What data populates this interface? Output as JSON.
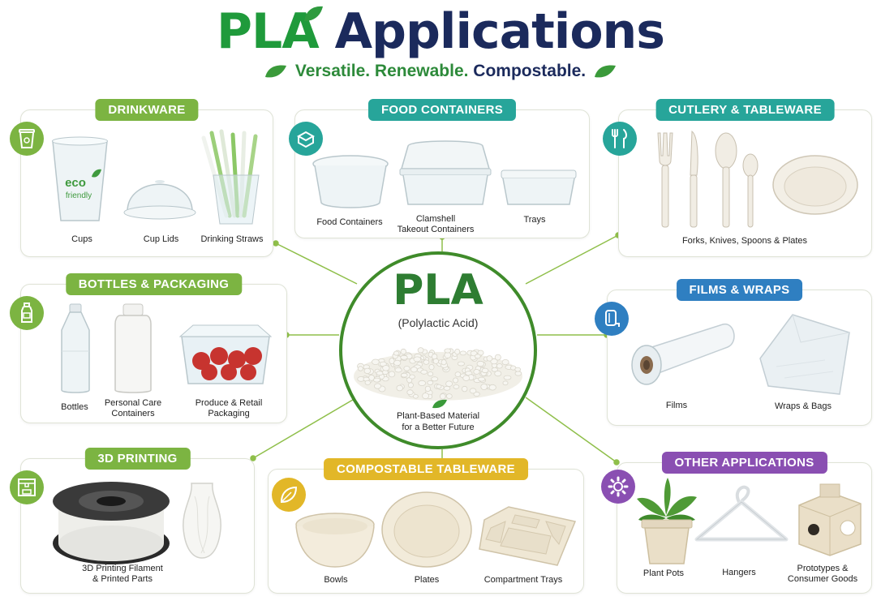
{
  "title": {
    "pla": "PLA",
    "rest": "Applications"
  },
  "tagline": {
    "part1": "Versatile. Renewable.",
    "part2": "Compostable."
  },
  "center": {
    "title": "PLA",
    "subtitle": "(Polylactic Acid)",
    "line1": "Plant-Based Material",
    "line2": "for a Better Future"
  },
  "colors": {
    "green": "#7cb442",
    "teal": "#27a59a",
    "navy": "#1b2a5c",
    "blue": "#2f7fc1",
    "yellow": "#e2b728",
    "purple": "#8a4fb2",
    "olive": "#7aa83a"
  },
  "panels": {
    "drinkware": {
      "title": "DRINKWARE",
      "icon": "cup-icon",
      "items": [
        "Cups",
        "Cup Lids",
        "Drinking Straws"
      ],
      "cup_text1": "eco",
      "cup_text2": "friendly"
    },
    "food": {
      "title": "FOOD CONTAINERS",
      "icon": "food-box-icon",
      "items": [
        "Food Containers",
        "Clamshell",
        "Takeout Containers",
        "Trays"
      ]
    },
    "cutlery": {
      "title": "CUTLERY & TABLEWARE",
      "icon": "fork-knife-icon",
      "items": [
        "Forks, Knives, Spoons & Plates"
      ]
    },
    "bottles": {
      "title": "BOTTLES & PACKAGING",
      "icon": "bottle-icon",
      "items": [
        "Bottles",
        "Personal Care",
        "Containers",
        "Produce & Retail",
        "Packaging"
      ]
    },
    "films": {
      "title": "FILMS & WRAPS",
      "icon": "film-roll-icon",
      "items": [
        "Films",
        "Wraps & Bags"
      ]
    },
    "printing": {
      "title": "3D PRINTING",
      "icon": "printer-3d-icon",
      "items": [
        "3D Printing Filament",
        "& Printed Parts"
      ]
    },
    "compostable": {
      "title": "COMPOSTABLE TABLEWARE",
      "icon": "leaf-icon",
      "items": [
        "Bowls",
        "Plates",
        "Compartment Trays"
      ]
    },
    "other": {
      "title": "OTHER APPLICATIONS",
      "icon": "gear-icon",
      "items": [
        "Plant Pots",
        "Hangers",
        "Prototypes &",
        "Consumer Goods"
      ]
    }
  }
}
